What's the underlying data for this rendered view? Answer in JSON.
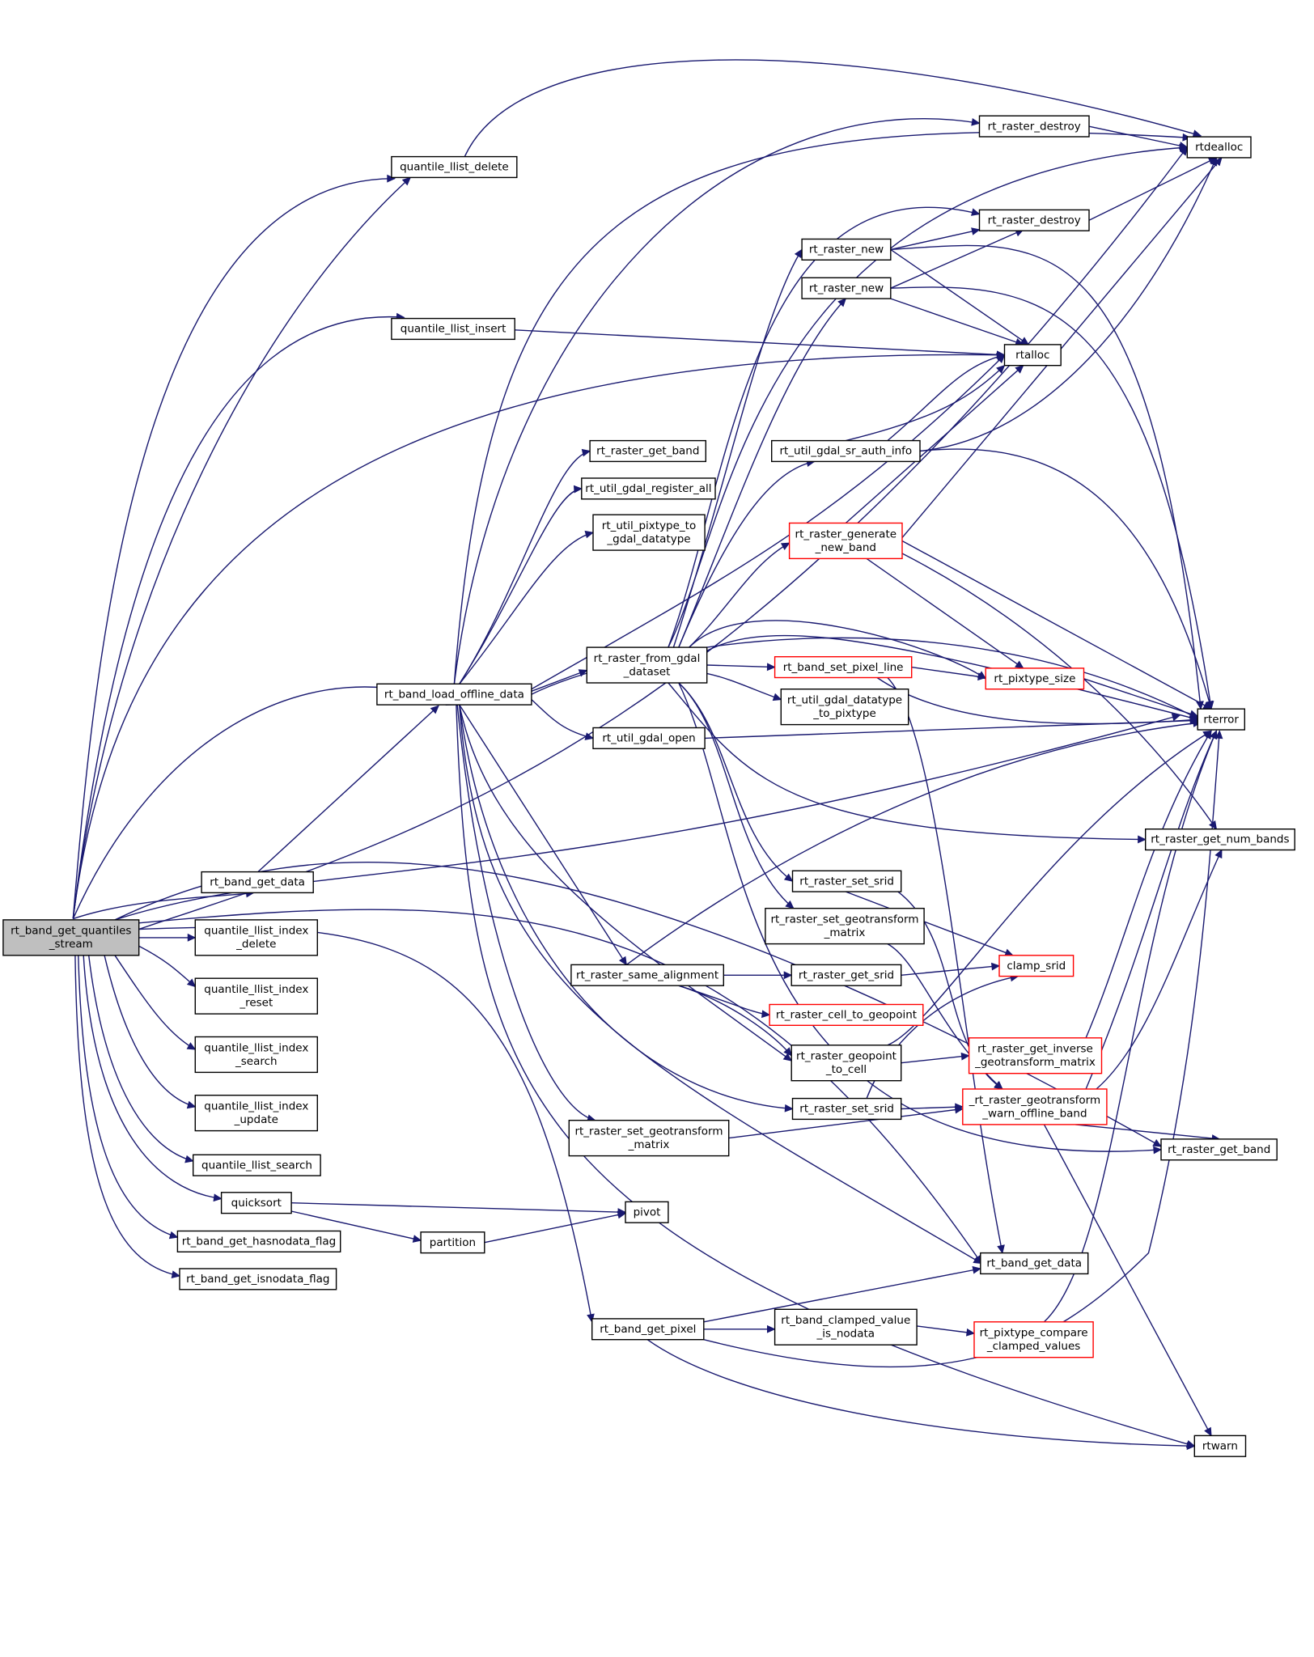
{
  "graph": {
    "edge_color": "#191970",
    "root_fill": "#bfbfbf",
    "error_border": "#ff0000",
    "nodes": [
      {
        "id": "root",
        "lines": [
          "rt_band_get_quantiles",
          "_stream"
        ],
        "root": true
      },
      {
        "id": "qld",
        "lines": [
          "quantile_llist_delete"
        ]
      },
      {
        "id": "qli",
        "lines": [
          "quantile_llist_insert"
        ]
      },
      {
        "id": "blod",
        "lines": [
          "rt_band_load_offline_data"
        ]
      },
      {
        "id": "bgd1",
        "lines": [
          "rt_band_get_data"
        ]
      },
      {
        "id": "qlid",
        "lines": [
          "quantile_llist_index",
          "_delete"
        ]
      },
      {
        "id": "qlir",
        "lines": [
          "quantile_llist_index",
          "_reset"
        ]
      },
      {
        "id": "qlis",
        "lines": [
          "quantile_llist_index",
          "_search"
        ]
      },
      {
        "id": "qliu",
        "lines": [
          "quantile_llist_index",
          "_update"
        ]
      },
      {
        "id": "qls",
        "lines": [
          "quantile_llist_search"
        ]
      },
      {
        "id": "qs",
        "lines": [
          "quicksort"
        ]
      },
      {
        "id": "bghf",
        "lines": [
          "rt_band_get_hasnodata_flag"
        ]
      },
      {
        "id": "bgif",
        "lines": [
          "rt_band_get_isnodata_flag"
        ]
      },
      {
        "id": "part",
        "lines": [
          "partition"
        ]
      },
      {
        "id": "piv",
        "lines": [
          "pivot"
        ]
      },
      {
        "id": "rgb1",
        "lines": [
          "rt_raster_get_band"
        ]
      },
      {
        "id": "ugra",
        "lines": [
          "rt_util_gdal_register_all"
        ]
      },
      {
        "id": "uptg",
        "lines": [
          "rt_util_pixtype_to",
          "_gdal_datatype"
        ]
      },
      {
        "id": "rfgd",
        "lines": [
          "rt_raster_from_gdal",
          "_dataset"
        ]
      },
      {
        "id": "ugo",
        "lines": [
          "rt_util_gdal_open"
        ]
      },
      {
        "id": "rsa",
        "lines": [
          "rt_raster_same_alignment"
        ]
      },
      {
        "id": "rsgm2",
        "lines": [
          "rt_raster_set_geotransform",
          "_matrix"
        ]
      },
      {
        "id": "bgp",
        "lines": [
          "rt_band_get_pixel"
        ]
      },
      {
        "id": "rd1",
        "lines": [
          "rt_raster_destroy"
        ]
      },
      {
        "id": "rd2",
        "lines": [
          "rt_raster_destroy"
        ]
      },
      {
        "id": "rn1",
        "lines": [
          "rt_raster_new"
        ]
      },
      {
        "id": "rn2",
        "lines": [
          "rt_raster_new"
        ]
      },
      {
        "id": "usai",
        "lines": [
          "rt_util_gdal_sr_auth_info"
        ]
      },
      {
        "id": "rgnb",
        "lines": [
          "rt_raster_generate",
          "_new_band"
        ],
        "red": true
      },
      {
        "id": "bspl",
        "lines": [
          "rt_band_set_pixel_line"
        ],
        "red": true
      },
      {
        "id": "ugdp",
        "lines": [
          "rt_util_gdal_datatype",
          "_to_pixtype"
        ]
      },
      {
        "id": "rss1",
        "lines": [
          "rt_raster_set_srid"
        ]
      },
      {
        "id": "rsgm1",
        "lines": [
          "rt_raster_set_geotransform",
          "_matrix"
        ]
      },
      {
        "id": "rgs",
        "lines": [
          "rt_raster_get_srid"
        ]
      },
      {
        "id": "rctg",
        "lines": [
          "rt_raster_cell_to_geopoint"
        ],
        "red": true
      },
      {
        "id": "rgtc",
        "lines": [
          "rt_raster_geopoint",
          "_to_cell"
        ]
      },
      {
        "id": "rss2",
        "lines": [
          "rt_raster_set_srid"
        ]
      },
      {
        "id": "bgd2",
        "lines": [
          "rt_band_get_data"
        ]
      },
      {
        "id": "bcvn",
        "lines": [
          "rt_band_clamped_value",
          "_is_nodata"
        ]
      },
      {
        "id": "rdealloc",
        "lines": [
          "rtdealloc"
        ]
      },
      {
        "id": "rtalloc",
        "lines": [
          "rtalloc"
        ]
      },
      {
        "id": "pts",
        "lines": [
          "rt_pixtype_size"
        ],
        "red": true
      },
      {
        "id": "rterror",
        "lines": [
          "rterror"
        ]
      },
      {
        "id": "rgnbs",
        "lines": [
          "rt_raster_get_num_bands"
        ]
      },
      {
        "id": "cs",
        "lines": [
          "clamp_srid"
        ],
        "red": true
      },
      {
        "id": "rgigm",
        "lines": [
          "rt_raster_get_inverse",
          "_geotransform_matrix"
        ],
        "red": true
      },
      {
        "id": "rgwob",
        "lines": [
          "_rt_raster_geotransform",
          "_warn_offline_band"
        ],
        "red": true
      },
      {
        "id": "rgb2",
        "lines": [
          "rt_raster_get_band"
        ]
      },
      {
        "id": "pccv",
        "lines": [
          "rt_pixtype_compare",
          "_clamped_values"
        ],
        "red": true
      },
      {
        "id": "rtwarn",
        "lines": [
          "rtwarn"
        ]
      }
    ]
  }
}
